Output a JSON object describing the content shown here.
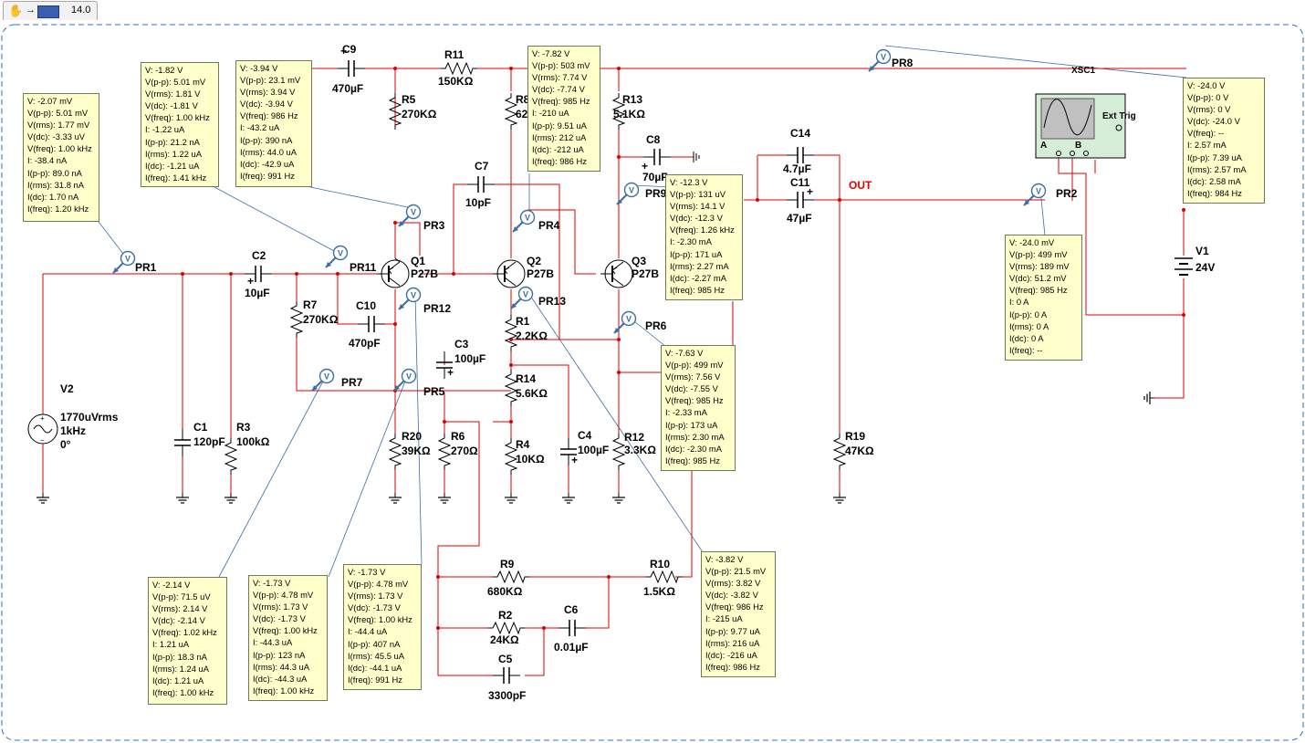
{
  "tab": {
    "zoom": "14.0"
  },
  "out_label": "OUT",
  "scope": {
    "name": "XSC1",
    "ext_trig": "Ext Trig",
    "ch_a": "A",
    "ch_b": "B"
  },
  "components": {
    "C9": {
      "ref": "C9",
      "value": "470µF"
    },
    "R11": {
      "ref": "R11",
      "value": "150KΩ"
    },
    "R5": {
      "ref": "R5",
      "value": "270KΩ"
    },
    "R8": {
      "ref": "R8",
      "value": "62"
    },
    "R13": {
      "ref": "R13",
      "value": "5.1KΩ"
    },
    "C8": {
      "ref": "C8",
      "value": "70µF"
    },
    "C7": {
      "ref": "C7",
      "value": "10pF"
    },
    "C14": {
      "ref": "C14",
      "value": "4.7µF"
    },
    "C11": {
      "ref": "C11",
      "value": "47µF"
    },
    "Q1": {
      "ref": "Q1",
      "value": "P27B"
    },
    "Q2": {
      "ref": "Q2",
      "value": "P27B"
    },
    "Q3": {
      "ref": "Q3",
      "value": "P27B"
    },
    "C2": {
      "ref": "C2",
      "value": "10µF"
    },
    "R7": {
      "ref": "R7",
      "value": "270KΩ"
    },
    "C10": {
      "ref": "C10",
      "value": "470pF"
    },
    "C3": {
      "ref": "C3",
      "value": "100µF"
    },
    "R1": {
      "ref": "R1",
      "value": "2.2KΩ"
    },
    "R14": {
      "ref": "R14",
      "value": "5.6KΩ"
    },
    "C4": {
      "ref": "C4",
      "value": "100µF"
    },
    "R4": {
      "ref": "R4",
      "value": "10KΩ"
    },
    "R12": {
      "ref": "R12",
      "value": "3.3KΩ"
    },
    "R20": {
      "ref": "R20",
      "value": "39KΩ"
    },
    "R6": {
      "ref": "R6",
      "value": "270Ω"
    },
    "C1": {
      "ref": "C1",
      "value": "120pF"
    },
    "R3": {
      "ref": "R3",
      "value": "100kΩ"
    },
    "V2": {
      "ref": "V2",
      "value": "1770uVrms",
      "freq": "1kHz",
      "phase": "0°"
    },
    "V1": {
      "ref": "V1",
      "value": "24V"
    },
    "R19": {
      "ref": "R19",
      "value": "47KΩ"
    },
    "R9": {
      "ref": "R9",
      "value": "680KΩ"
    },
    "R10": {
      "ref": "R10",
      "value": "1.5KΩ"
    },
    "R2": {
      "ref": "R2",
      "value": "24KΩ"
    },
    "C6": {
      "ref": "C6",
      "value": "0.01µF"
    },
    "C5": {
      "ref": "C5",
      "value": "3300pF"
    }
  },
  "probe_names": {
    "PR1": "PR1",
    "PR2": "PR2",
    "PR3": "PR3",
    "PR4": "PR4",
    "PR5": "PR5",
    "PR6": "PR6",
    "PR7": "PR7",
    "PR8": "PR8",
    "PR9": "PR9",
    "PR11": "PR11",
    "PR12": "PR12",
    "PR13": "PR13"
  },
  "probes": {
    "PR1": [
      "V: -2.07 mV",
      "V(p-p): 5.01 mV",
      "V(rms): 1.77 mV",
      "V(dc): -3.33 uV",
      "V(freq): 1.00 kHz",
      "I: -38.4 nA",
      "I(p-p): 89.0 nA",
      "I(rms): 31.8 nA",
      "I(dc): 1.70 nA",
      "I(freq): 1.20 kHz"
    ],
    "PR11": [
      "V: -1.82 V",
      "V(p-p): 5.01 mV",
      "V(rms): 1.81 V",
      "V(dc): -1.81 V",
      "V(freq): 1.00 kHz",
      "I: -1.22 uA",
      "I(p-p): 21.2 nA",
      "I(rms): 1.22 uA",
      "I(dc): -1.21 uA",
      "I(freq): 1.41 kHz"
    ],
    "PR3": [
      "V: -3.94 V",
      "V(p-p): 23.1 mV",
      "V(rms): 3.94 V",
      "V(dc): -3.94 V",
      "V(freq): 986 Hz",
      "I: -43.2 uA",
      "I(p-p): 390 nA",
      "I(rms): 44.0 uA",
      "I(dc): -42.9 uA",
      "I(freq): 991 Hz"
    ],
    "PR4": [
      "V: -7.82 V",
      "V(p-p): 503 mV",
      "V(rms): 7.74 V",
      "V(dc): -7.74 V",
      "V(freq): 985 Hz",
      "I: -210 uA",
      "I(p-p): 9.51 uA",
      "I(rms): 212 uA",
      "I(dc): -212 uA",
      "I(freq): 986 Hz"
    ],
    "PR9": [
      "V: -12.3 V",
      "V(p-p): 131 uV",
      "V(rms): 14.1 V",
      "V(dc): -12.3 V",
      "V(freq): 1.26 kHz",
      "I: -2.30 mA",
      "I(p-p): 171 uA",
      "I(rms): 2.27 mA",
      "I(dc): -2.27 mA",
      "I(freq): 985 Hz"
    ],
    "PR8": [
      "V: -24.0 V",
      "V(p-p): 0 V",
      "V(rms): 0 V",
      "V(dc): -24.0 V",
      "V(freq): --",
      "I: 2.57 mA",
      "I(p-p): 7.39 uA",
      "I(rms): 2.57 mA",
      "I(dc): 2.58 mA",
      "I(freq): 984 Hz"
    ],
    "PR2": [
      "V: -24.0 mV",
      "V(p-p): 499 mV",
      "V(rms): 189 mV",
      "V(dc): 51.2 mV",
      "V(freq): 985 Hz",
      "I: 0 A",
      "I(p-p): 0 A",
      "I(rms): 0 A",
      "I(dc): 0 A",
      "I(freq): --"
    ],
    "PR6": [
      "V: -7.63 V",
      "V(p-p): 499 mV",
      "V(rms): 7.56 V",
      "V(dc): -7.55 V",
      "V(freq): 985 Hz",
      "I: -2.33 mA",
      "I(p-p): 173 uA",
      "I(rms): 2.30 mA",
      "I(dc): -2.30 mA",
      "I(freq): 985 Hz"
    ],
    "PR13": [
      "V: -3.82 V",
      "V(p-p): 21.5 mV",
      "V(rms): 3.82 V",
      "V(dc): -3.82 V",
      "V(freq): 986 Hz",
      "I: -215 uA",
      "I(p-p): 9.77 uA",
      "I(rms): 216 uA",
      "I(dc): -216 uA",
      "I(freq): 986 Hz"
    ],
    "PR7": [
      "V: -2.14 V",
      "V(p-p): 71.5 uV",
      "V(rms): 2.14 V",
      "V(dc): -2.14 V",
      "V(freq): 1.02 kHz",
      "I: 1.21 uA",
      "I(p-p): 18.3 nA",
      "I(rms): 1.24 uA",
      "I(dc): 1.21 uA",
      "I(freq): 1.00 kHz"
    ],
    "PR5": [
      "V: -1.73 V",
      "V(p-p): 4.78 mV",
      "V(rms): 1.73 V",
      "V(dc): -1.73 V",
      "V(freq): 1.00 kHz",
      "I: -44.3 uA",
      "I(p-p): 123 nA",
      "I(rms): 44.3 uA",
      "I(dc): -44.3 uA",
      "I(freq): 1.00 kHz"
    ],
    "PR12": [
      "V: -1.73 V",
      "V(p-p): 4.78 mV",
      "V(rms): 1.73 V",
      "V(dc): -1.73 V",
      "V(freq): 1.00 kHz",
      "I: -44.4 uA",
      "I(p-p): 407 nA",
      "I(rms): 45.5 uA",
      "I(dc): -44.1 uA",
      "I(freq): 991 Hz"
    ]
  },
  "colors": {
    "wire": "#e00000",
    "probe_line": "#3a6ea5",
    "box_fill": "#ffffcc",
    "frame": "#2c6fbf"
  }
}
